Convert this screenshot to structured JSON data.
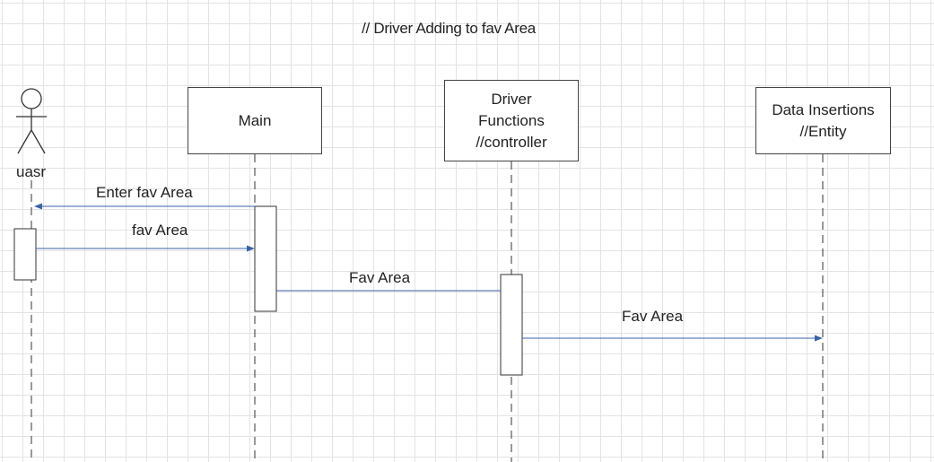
{
  "title": "// Driver Adding to fav Area",
  "actor": {
    "label": "uasr"
  },
  "lifelines": [
    {
      "label": "Main"
    },
    {
      "label": "Driver\nFunctions\n//controller"
    },
    {
      "label": "Data Insertions\n//Entity"
    }
  ],
  "messages": [
    {
      "label": "Enter fav Area",
      "from": "Main",
      "to": "uasr"
    },
    {
      "label": "fav Area",
      "from": "uasr",
      "to": "Main"
    },
    {
      "label": "Fav Area",
      "from": "Main",
      "to": "Driver\nFunctions\n//controller"
    },
    {
      "label": "Fav Area",
      "from": "Driver\nFunctions\n//controller",
      "to": "Data Insertions\n//Entity"
    }
  ],
  "colors": {
    "arrow": "#3a62a7",
    "line": "#333333"
  }
}
